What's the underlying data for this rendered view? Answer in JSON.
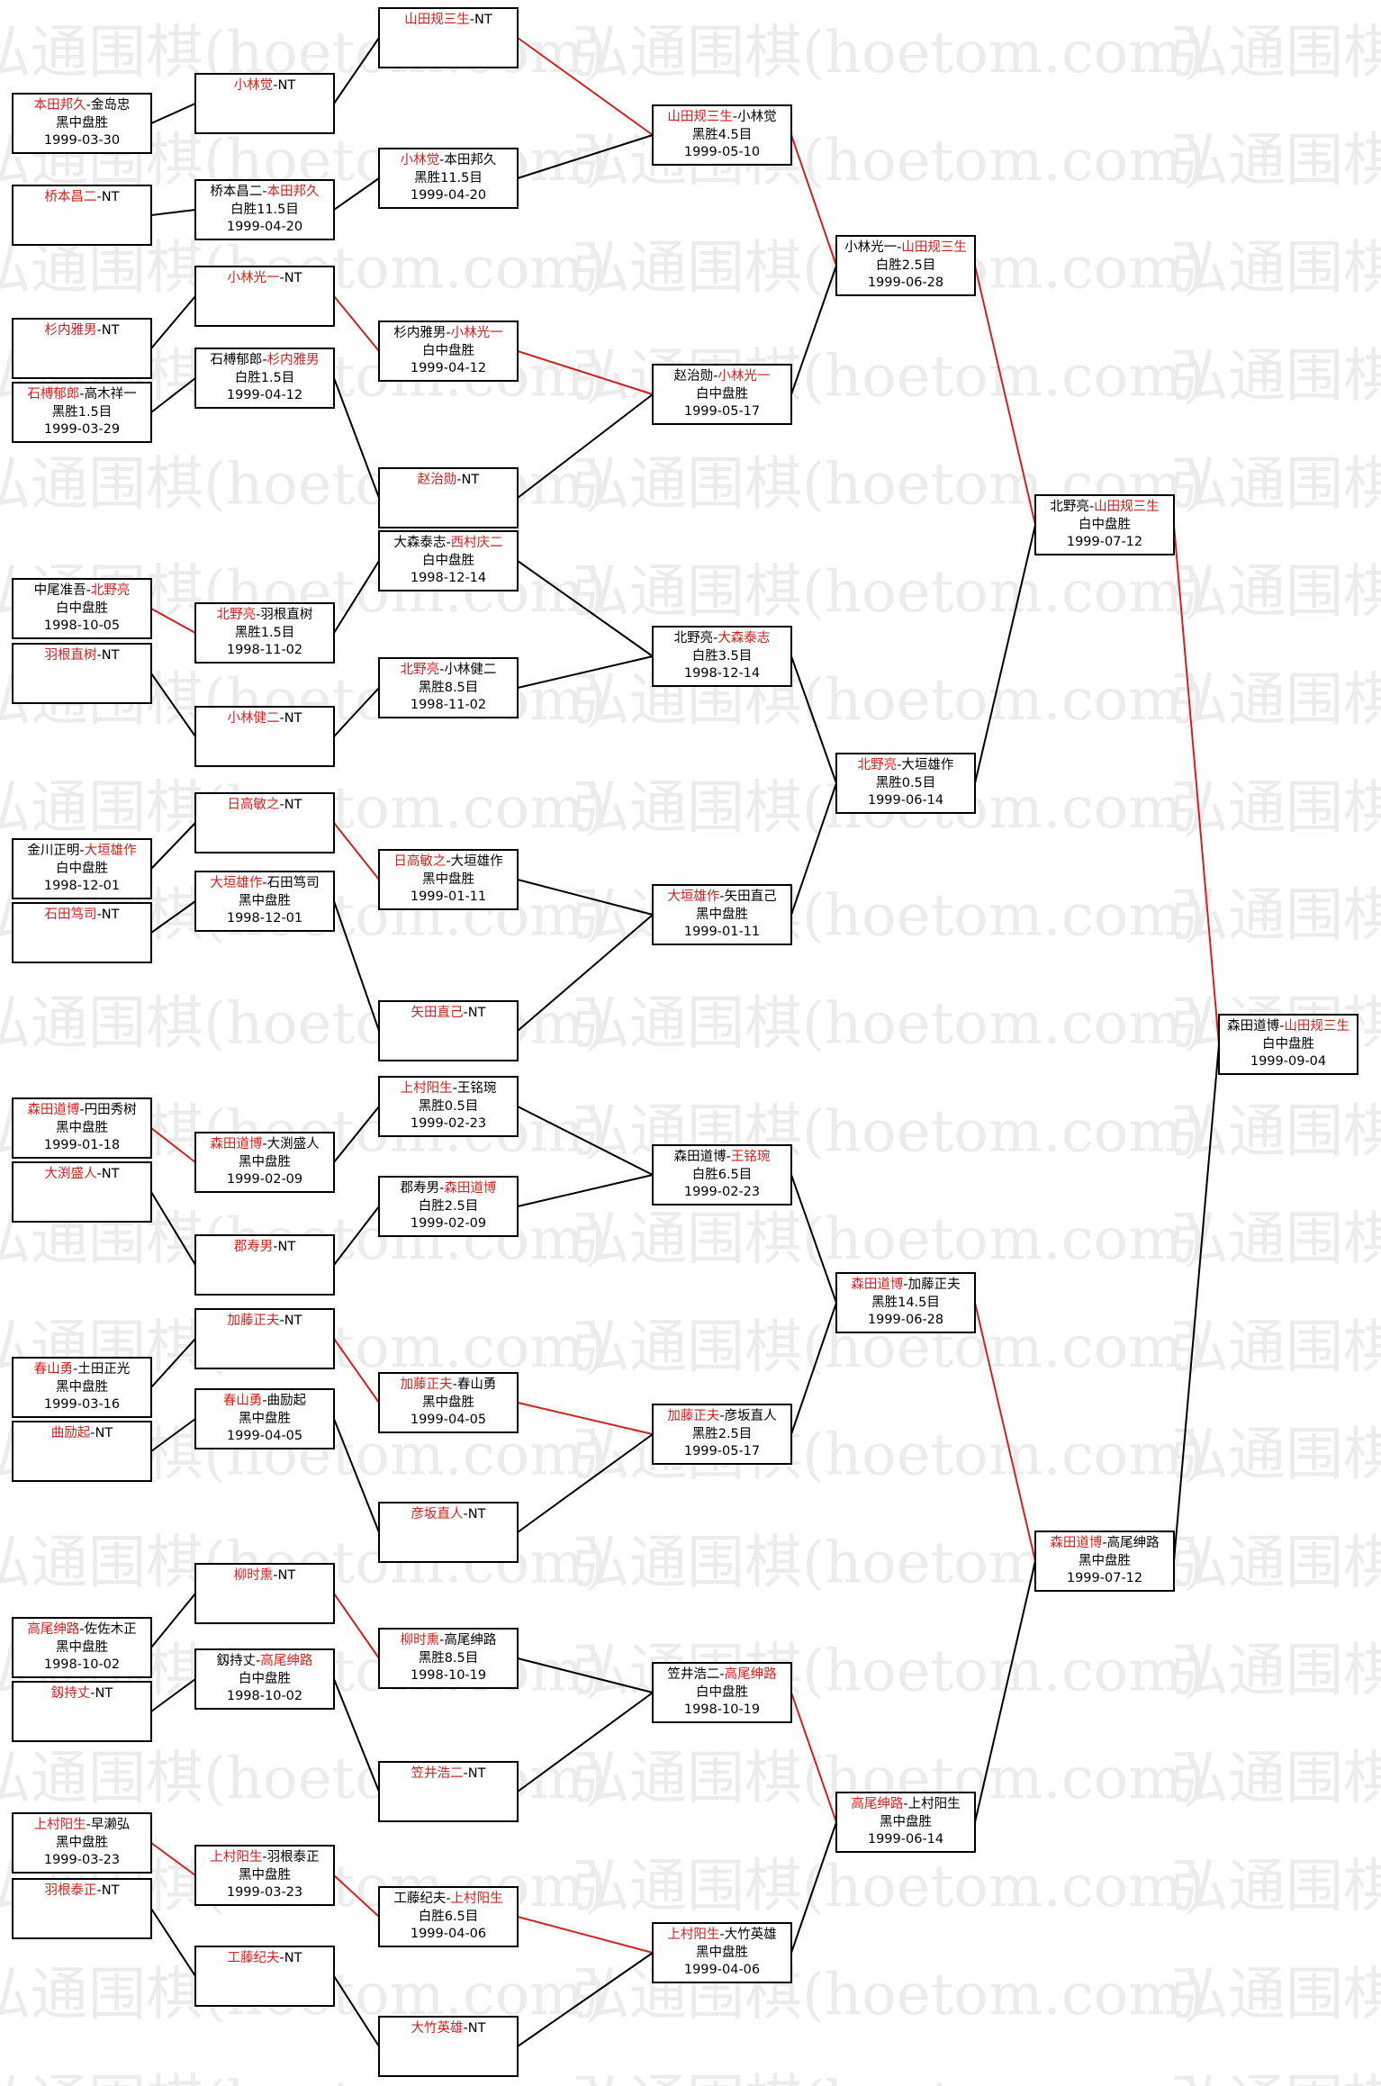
{
  "watermark": "弘通围棋(hoetom.com)",
  "colors": {
    "winner_line": "#d42020",
    "loser_line": "#000000",
    "highlight_text": "#d42020",
    "text": "#000000"
  },
  "matches": [
    {
      "id": "r1_1",
      "p1": "本田邦久",
      "p2": "金岛忠",
      "winner": 1,
      "result": "黑中盘胜",
      "date": "1999-03-30"
    },
    {
      "id": "r1_2",
      "p1": "桥本昌二",
      "p2": "NT",
      "winner": 1,
      "result": "",
      "date": ""
    },
    {
      "id": "r1_3",
      "p1": "杉内雅男",
      "p2": "NT",
      "winner": 1,
      "result": "",
      "date": ""
    },
    {
      "id": "r1_4",
      "p1": "石榑郁郎",
      "p2": "高木祥一",
      "winner": 1,
      "result": "黑胜1.5目",
      "date": "1999-03-29"
    },
    {
      "id": "r1_5",
      "p1": "中尾准吾",
      "p2": "北野亮",
      "winner": 2,
      "result": "白中盘胜",
      "date": "1998-10-05"
    },
    {
      "id": "r1_6",
      "p1": "羽根直树",
      "p2": "NT",
      "winner": 1,
      "result": "",
      "date": ""
    },
    {
      "id": "r1_7",
      "p1": "金川正明",
      "p2": "大垣雄作",
      "winner": 2,
      "result": "白中盘胜",
      "date": "1998-12-01"
    },
    {
      "id": "r1_8",
      "p1": "石田笃司",
      "p2": "NT",
      "winner": 1,
      "result": "",
      "date": ""
    },
    {
      "id": "r1_9",
      "p1": "森田道博",
      "p2": "円田秀树",
      "winner": 1,
      "result": "黑中盘胜",
      "date": "1999-01-18"
    },
    {
      "id": "r1_10",
      "p1": "大渕盛人",
      "p2": "NT",
      "winner": 1,
      "result": "",
      "date": ""
    },
    {
      "id": "r1_11",
      "p1": "春山勇",
      "p2": "土田正光",
      "winner": 1,
      "result": "黑中盘胜",
      "date": "1999-03-16"
    },
    {
      "id": "r1_12",
      "p1": "曲励起",
      "p2": "NT",
      "winner": 1,
      "result": "",
      "date": ""
    },
    {
      "id": "r1_13",
      "p1": "高尾绅路",
      "p2": "佐佐木正",
      "winner": 1,
      "result": "黑中盘胜",
      "date": "1998-10-02"
    },
    {
      "id": "r1_14",
      "p1": "釼持丈",
      "p2": "NT",
      "winner": 1,
      "result": "",
      "date": ""
    },
    {
      "id": "r1_15",
      "p1": "上村阳生",
      "p2": "早濑弘",
      "winner": 1,
      "result": "黑中盘胜",
      "date": "1999-03-23"
    },
    {
      "id": "r1_16",
      "p1": "羽根泰正",
      "p2": "NT",
      "winner": 1,
      "result": "",
      "date": ""
    },
    {
      "id": "r2_1",
      "p1": "小林觉",
      "p2": "NT",
      "winner": 1,
      "result": "",
      "date": ""
    },
    {
      "id": "r2_2",
      "p1": "桥本昌二",
      "p2": "本田邦久",
      "winner": 2,
      "result": "白胜11.5目",
      "date": "1999-04-20"
    },
    {
      "id": "r2_3",
      "p1": "小林光一",
      "p2": "NT",
      "winner": 1,
      "result": "",
      "date": ""
    },
    {
      "id": "r2_4",
      "p1": "石榑郁郎",
      "p2": "杉内雅男",
      "winner": 2,
      "result": "白胜1.5目",
      "date": "1999-04-12"
    },
    {
      "id": "r2_5",
      "p1": "北野亮",
      "p2": "羽根直树",
      "winner": 1,
      "result": "黑胜1.5目",
      "date": "1998-11-02"
    },
    {
      "id": "r2_6",
      "p1": "小林健二",
      "p2": "NT",
      "winner": 1,
      "result": "",
      "date": ""
    },
    {
      "id": "r2_7",
      "p1": "日高敏之",
      "p2": "NT",
      "winner": 1,
      "result": "",
      "date": ""
    },
    {
      "id": "r2_8",
      "p1": "大垣雄作",
      "p2": "石田笃司",
      "winner": 1,
      "result": "黑中盘胜",
      "date": "1998-12-01"
    },
    {
      "id": "r2_9",
      "p1": "森田道博",
      "p2": "大渕盛人",
      "winner": 1,
      "result": "黑中盘胜",
      "date": "1999-02-09"
    },
    {
      "id": "r2_10",
      "p1": "郡寿男",
      "p2": "NT",
      "winner": 1,
      "result": "",
      "date": ""
    },
    {
      "id": "r2_11",
      "p1": "加藤正夫",
      "p2": "NT",
      "winner": 1,
      "result": "",
      "date": ""
    },
    {
      "id": "r2_12",
      "p1": "春山勇",
      "p2": "曲励起",
      "winner": 1,
      "result": "黑中盘胜",
      "date": "1999-04-05"
    },
    {
      "id": "r2_13",
      "p1": "柳时熏",
      "p2": "NT",
      "winner": 1,
      "result": "",
      "date": ""
    },
    {
      "id": "r2_14",
      "p1": "釼持丈",
      "p2": "高尾绅路",
      "winner": 2,
      "result": "白中盘胜",
      "date": "1998-10-02"
    },
    {
      "id": "r2_15",
      "p1": "上村阳生",
      "p2": "羽根泰正",
      "winner": 1,
      "result": "黑中盘胜",
      "date": "1999-03-23"
    },
    {
      "id": "r2_16",
      "p1": "工藤纪夫",
      "p2": "NT",
      "winner": 1,
      "result": "",
      "date": ""
    },
    {
      "id": "r3_1",
      "p1": "山田规三生",
      "p2": "NT",
      "winner": 1,
      "result": "",
      "date": ""
    },
    {
      "id": "r3_2",
      "p1": "小林觉",
      "p2": "本田邦久",
      "winner": 1,
      "result": "黑胜11.5目",
      "date": "1999-04-20"
    },
    {
      "id": "r3_3",
      "p1": "杉内雅男",
      "p2": "小林光一",
      "winner": 2,
      "result": "白中盘胜",
      "date": "1999-04-12"
    },
    {
      "id": "r3_4",
      "p1": "赵治勋",
      "p2": "NT",
      "winner": 1,
      "result": "",
      "date": ""
    },
    {
      "id": "r3_5",
      "p1": "大森泰志",
      "p2": "西村庆二",
      "winner": 2,
      "result": "白中盘胜",
      "date": "1998-12-14"
    },
    {
      "id": "r3_6",
      "p1": "北野亮",
      "p2": "小林健二",
      "winner": 1,
      "result": "黑胜8.5目",
      "date": "1998-11-02"
    },
    {
      "id": "r3_7",
      "p1": "日高敏之",
      "p2": "大垣雄作",
      "winner": 1,
      "result": "黑中盘胜",
      "date": "1999-01-11"
    },
    {
      "id": "r3_8",
      "p1": "矢田直己",
      "p2": "NT",
      "winner": 1,
      "result": "",
      "date": ""
    },
    {
      "id": "r3_9",
      "p1": "上村阳生",
      "p2": "王铭琬",
      "winner": 1,
      "result": "黑胜0.5目",
      "date": "1999-02-23"
    },
    {
      "id": "r3_10",
      "p1": "郡寿男",
      "p2": "森田道博",
      "winner": 2,
      "result": "白胜2.5目",
      "date": "1999-02-09"
    },
    {
      "id": "r3_11",
      "p1": "加藤正夫",
      "p2": "春山勇",
      "winner": 1,
      "result": "黑中盘胜",
      "date": "1999-04-05"
    },
    {
      "id": "r3_12",
      "p1": "彦坂直人",
      "p2": "NT",
      "winner": 1,
      "result": "",
      "date": ""
    },
    {
      "id": "r3_13",
      "p1": "柳时熏",
      "p2": "高尾绅路",
      "winner": 1,
      "result": "黑胜8.5目",
      "date": "1998-10-19"
    },
    {
      "id": "r3_14",
      "p1": "笠井浩二",
      "p2": "NT",
      "winner": 1,
      "result": "",
      "date": ""
    },
    {
      "id": "r3_15",
      "p1": "工藤纪夫",
      "p2": "上村阳生",
      "winner": 2,
      "result": "白胜6.5目",
      "date": "1999-04-06"
    },
    {
      "id": "r3_16",
      "p1": "大竹英雄",
      "p2": "NT",
      "winner": 1,
      "result": "",
      "date": ""
    },
    {
      "id": "r4_1",
      "p1": "山田规三生",
      "p2": "小林觉",
      "winner": 1,
      "result": "黑胜4.5目",
      "date": "1999-05-10"
    },
    {
      "id": "r4_2",
      "p1": "赵治勋",
      "p2": "小林光一",
      "winner": 2,
      "result": "白中盘胜",
      "date": "1999-05-17"
    },
    {
      "id": "r4_3",
      "p1": "北野亮",
      "p2": "大森泰志",
      "winner": 2,
      "result": "白胜3.5目",
      "date": "1998-12-14"
    },
    {
      "id": "r4_4",
      "p1": "大垣雄作",
      "p2": "矢田直己",
      "winner": 1,
      "result": "黑中盘胜",
      "date": "1999-01-11"
    },
    {
      "id": "r4_5",
      "p1": "森田道博",
      "p2": "王铭琬",
      "winner": 2,
      "result": "白胜6.5目",
      "date": "1999-02-23"
    },
    {
      "id": "r4_6",
      "p1": "加藤正夫",
      "p2": "彦坂直人",
      "winner": 1,
      "result": "黑胜2.5目",
      "date": "1999-05-17"
    },
    {
      "id": "r4_7",
      "p1": "笠井浩二",
      "p2": "高尾绅路",
      "winner": 2,
      "result": "白中盘胜",
      "date": "1998-10-19"
    },
    {
      "id": "r4_8",
      "p1": "上村阳生",
      "p2": "大竹英雄",
      "winner": 1,
      "result": "黑中盘胜",
      "date": "1999-04-06"
    },
    {
      "id": "r5_1",
      "p1": "小林光一",
      "p2": "山田规三生",
      "winner": 2,
      "result": "白胜2.5目",
      "date": "1999-06-28"
    },
    {
      "id": "r5_2",
      "p1": "北野亮",
      "p2": "大垣雄作",
      "winner": 1,
      "result": "黑胜0.5目",
      "date": "1999-06-14"
    },
    {
      "id": "r5_3",
      "p1": "森田道博",
      "p2": "加藤正夫",
      "winner": 1,
      "result": "黑胜14.5目",
      "date": "1999-06-28"
    },
    {
      "id": "r5_4",
      "p1": "高尾绅路",
      "p2": "上村阳生",
      "winner": 1,
      "result": "黑中盘胜",
      "date": "1999-06-14"
    },
    {
      "id": "r6_1",
      "p1": "北野亮",
      "p2": "山田规三生",
      "winner": 2,
      "result": "白中盘胜",
      "date": "1999-07-12"
    },
    {
      "id": "r6_2",
      "p1": "森田道博",
      "p2": "高尾绅路",
      "winner": 1,
      "result": "黑中盘胜",
      "date": "1999-07-12"
    },
    {
      "id": "r7_1",
      "p1": "森田道博",
      "p2": "山田规三生",
      "winner": 2,
      "result": "白中盘胜",
      "date": "1999-09-04"
    }
  ]
}
